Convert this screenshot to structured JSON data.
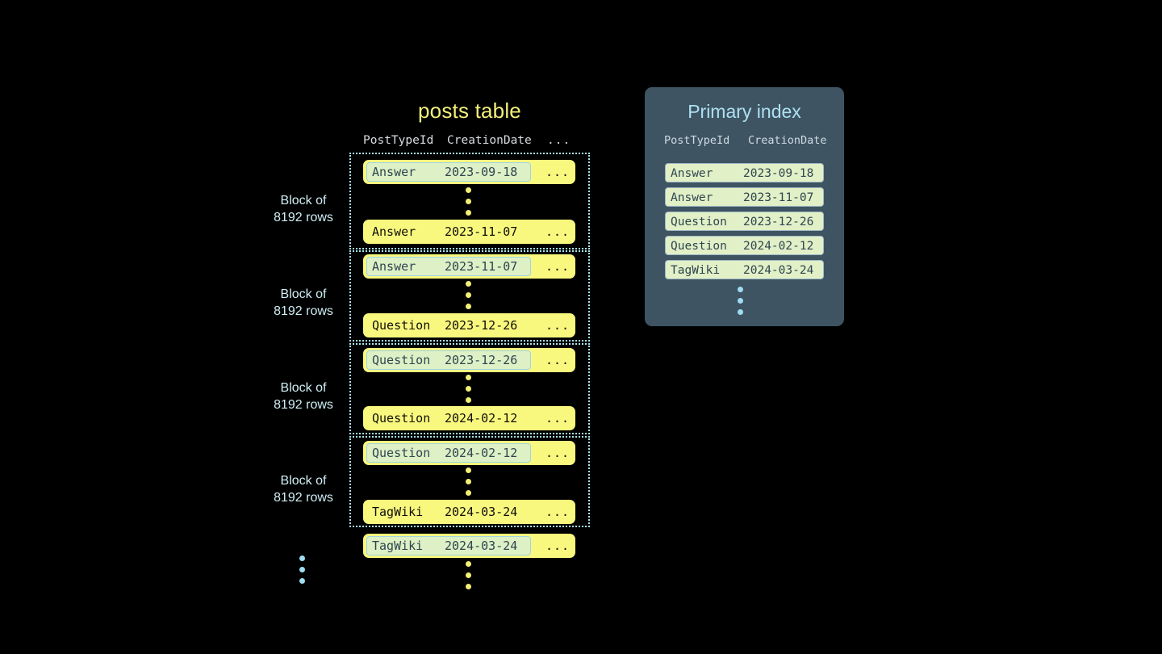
{
  "diagram": {
    "background": "#000000",
    "accent_yellow": "#f9f87e",
    "accent_blue": "#a8e4ef",
    "panel_slate": "#3e5462",
    "highlight_green": "#ddf0c6"
  },
  "posts_table": {
    "title": "posts table",
    "columns": [
      "PostTypeId",
      "CreationDate",
      "..."
    ],
    "ellipsis_glyph": "...",
    "blocks": [
      {
        "label_line1": "Block of",
        "label_line2": "8192 rows",
        "first_row": {
          "type": "Answer",
          "date": "2023-09-18",
          "more": "...",
          "highlighted": true
        },
        "last_row": {
          "type": "Answer",
          "date": "2023-11-07",
          "more": "...",
          "highlighted": false
        }
      },
      {
        "label_line1": "Block of",
        "label_line2": "8192 rows",
        "first_row": {
          "type": "Answer",
          "date": "2023-11-07",
          "more": "...",
          "highlighted": true
        },
        "last_row": {
          "type": "Question",
          "date": "2023-12-26",
          "more": "...",
          "highlighted": false
        }
      },
      {
        "label_line1": "Block of",
        "label_line2": "8192 rows",
        "first_row": {
          "type": "Question",
          "date": "2023-12-26",
          "more": "...",
          "highlighted": true
        },
        "last_row": {
          "type": "Question",
          "date": "2024-02-12",
          "more": "...",
          "highlighted": false
        }
      },
      {
        "label_line1": "Block of",
        "label_line2": "8192 rows",
        "first_row": {
          "type": "Question",
          "date": "2024-02-12",
          "more": "...",
          "highlighted": true
        },
        "last_row": {
          "type": "TagWiki",
          "date": "2024-03-24",
          "more": "...",
          "highlighted": false
        }
      }
    ],
    "trailing_row": {
      "type": "TagWiki",
      "date": "2024-03-24",
      "more": "...",
      "highlighted": true
    }
  },
  "primary_index": {
    "title": "Primary index",
    "columns": [
      "PostTypeId",
      "CreationDate"
    ],
    "rows": [
      {
        "type": "Answer",
        "date": "2023-09-18"
      },
      {
        "type": "Answer",
        "date": "2023-11-07"
      },
      {
        "type": "Question",
        "date": "2023-12-26"
      },
      {
        "type": "Question",
        "date": "2024-02-12"
      },
      {
        "type": "TagWiki",
        "date": "2024-03-24"
      }
    ]
  }
}
